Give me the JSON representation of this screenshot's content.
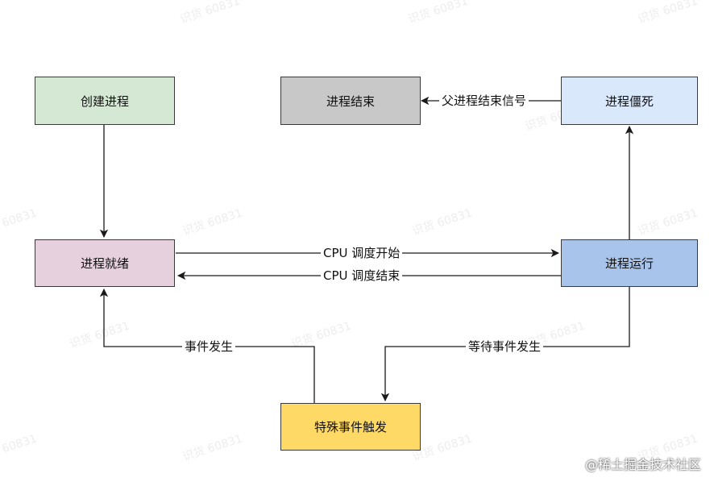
{
  "nodes": {
    "create": {
      "label": "创建进程",
      "color": "#d5e8d4"
    },
    "end": {
      "label": "进程结束",
      "color": "#c8c8c8"
    },
    "zombie": {
      "label": "进程僵死",
      "color": "#dae8fc"
    },
    "ready": {
      "label": "进程就绪",
      "color": "#e6d0de"
    },
    "running": {
      "label": "进程运行",
      "color": "#a9c4eb"
    },
    "special_event": {
      "label": "特殊事件触发",
      "color": "#ffd966"
    }
  },
  "edges": {
    "parent_end_signal": "父进程结束信号",
    "cpu_start": "CPU 调度开始",
    "cpu_end": "CPU 调度结束",
    "event_occurred": "事件发生",
    "wait_event": "等待事件发生"
  },
  "watermark": "识货 60831",
  "brand": "@稀土掘金技术社区"
}
